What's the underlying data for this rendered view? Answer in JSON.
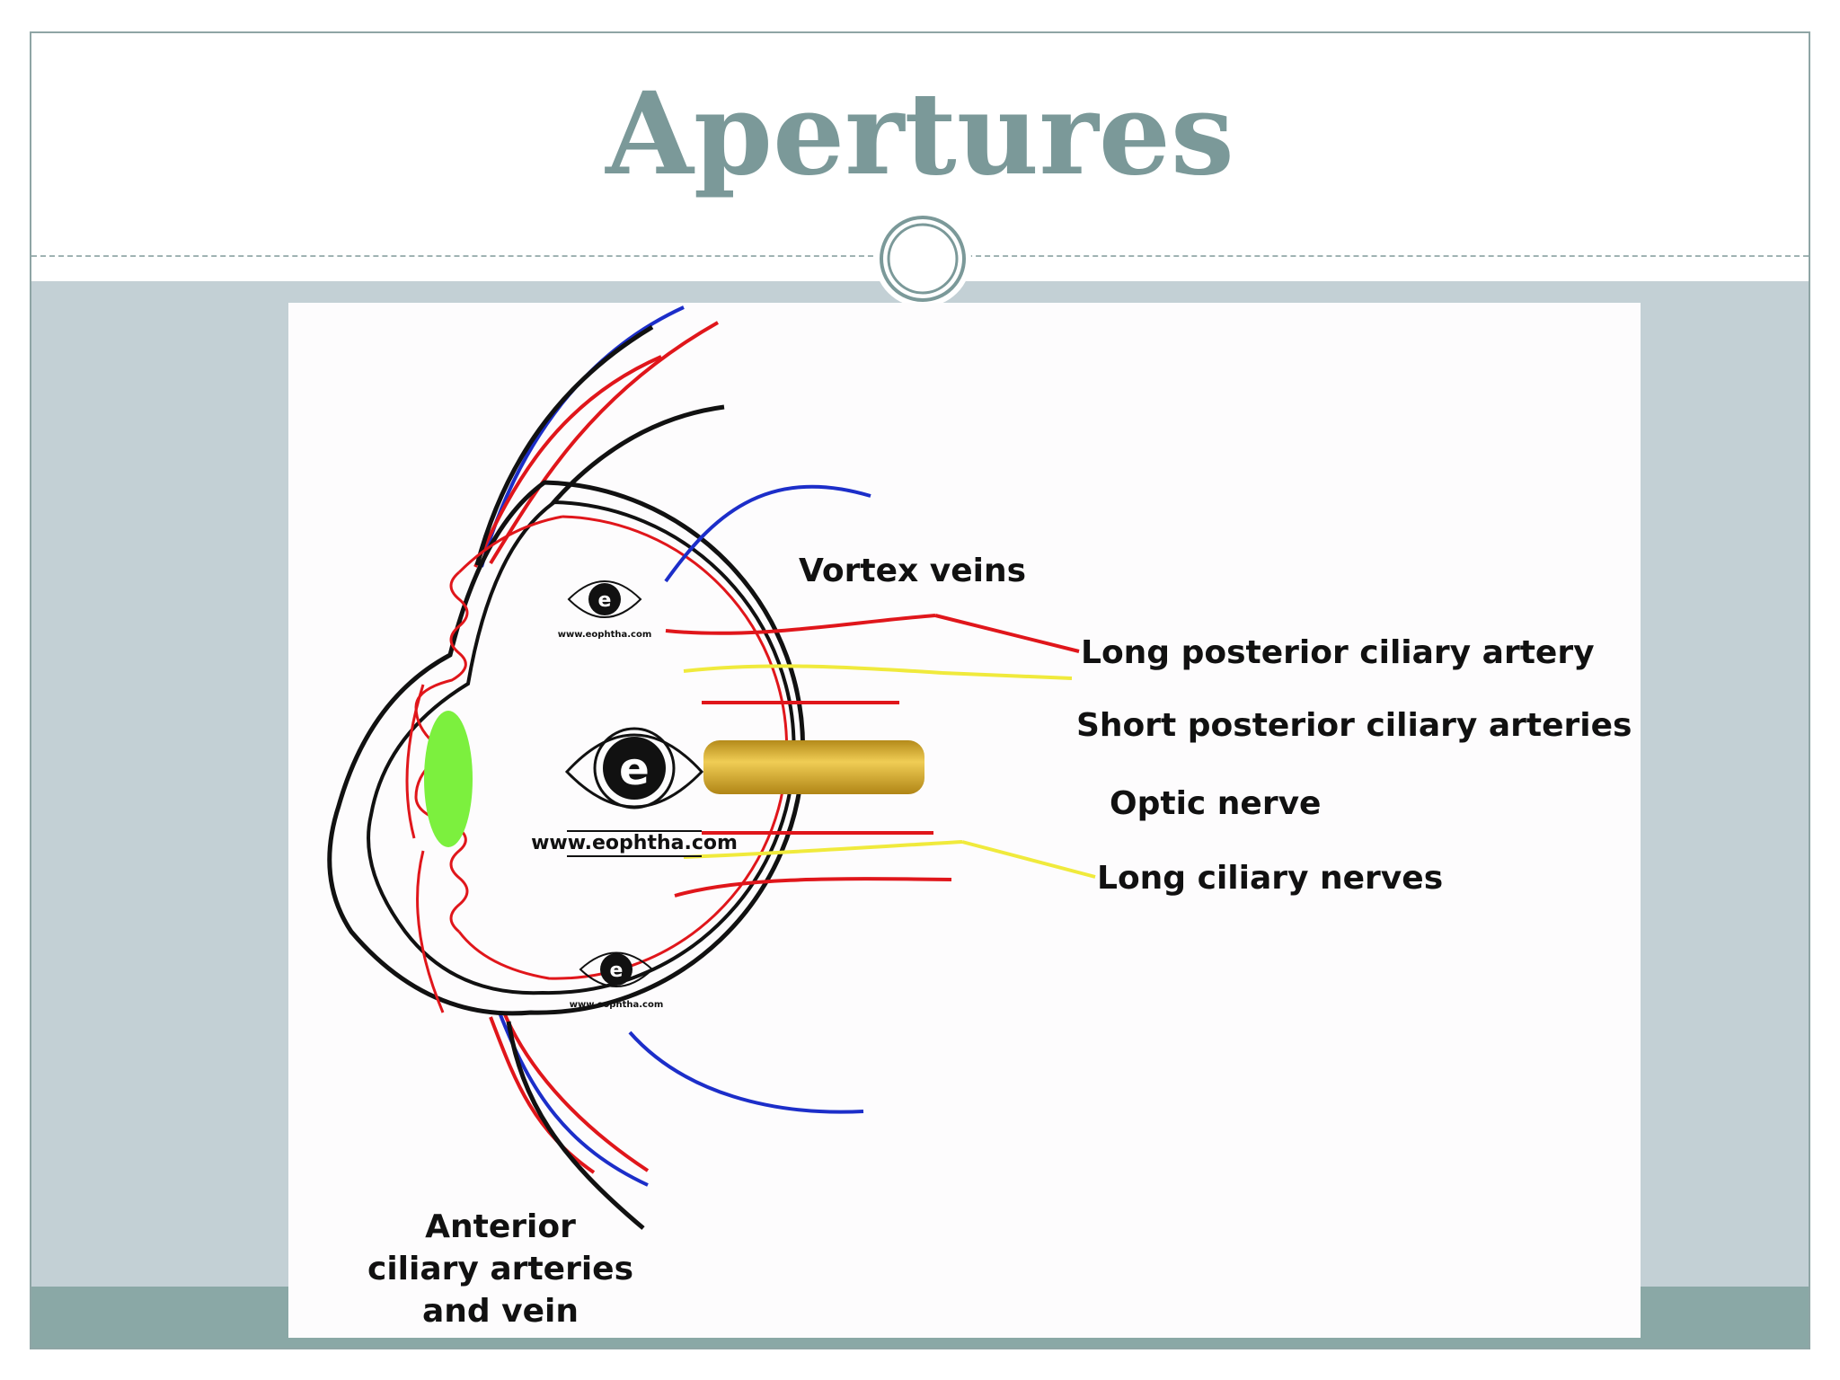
{
  "slide": {
    "title": "Apertures"
  },
  "diagram": {
    "labels": {
      "vortex_veins": "Vortex veins",
      "long_posterior_ciliary_artery": "Long posterior ciliary artery",
      "short_posterior_ciliary_arteries": "Short posterior ciliary arteries",
      "optic_nerve": "Optic nerve",
      "long_ciliary_nerves": "Long ciliary nerves",
      "anterior_line1": "Anterior",
      "anterior_line2": "ciliary arteries",
      "anterior_line3": "and vein"
    },
    "watermark": {
      "url": "www.eophtha.com",
      "letter": "e"
    },
    "colors": {
      "artery": "#e0161b",
      "vein": "#1c2ec9",
      "nerve": "#f0ea3c",
      "lens": "#7cf03e",
      "optic_nerve": "#d4a82a",
      "accent": "#7b9999"
    }
  }
}
